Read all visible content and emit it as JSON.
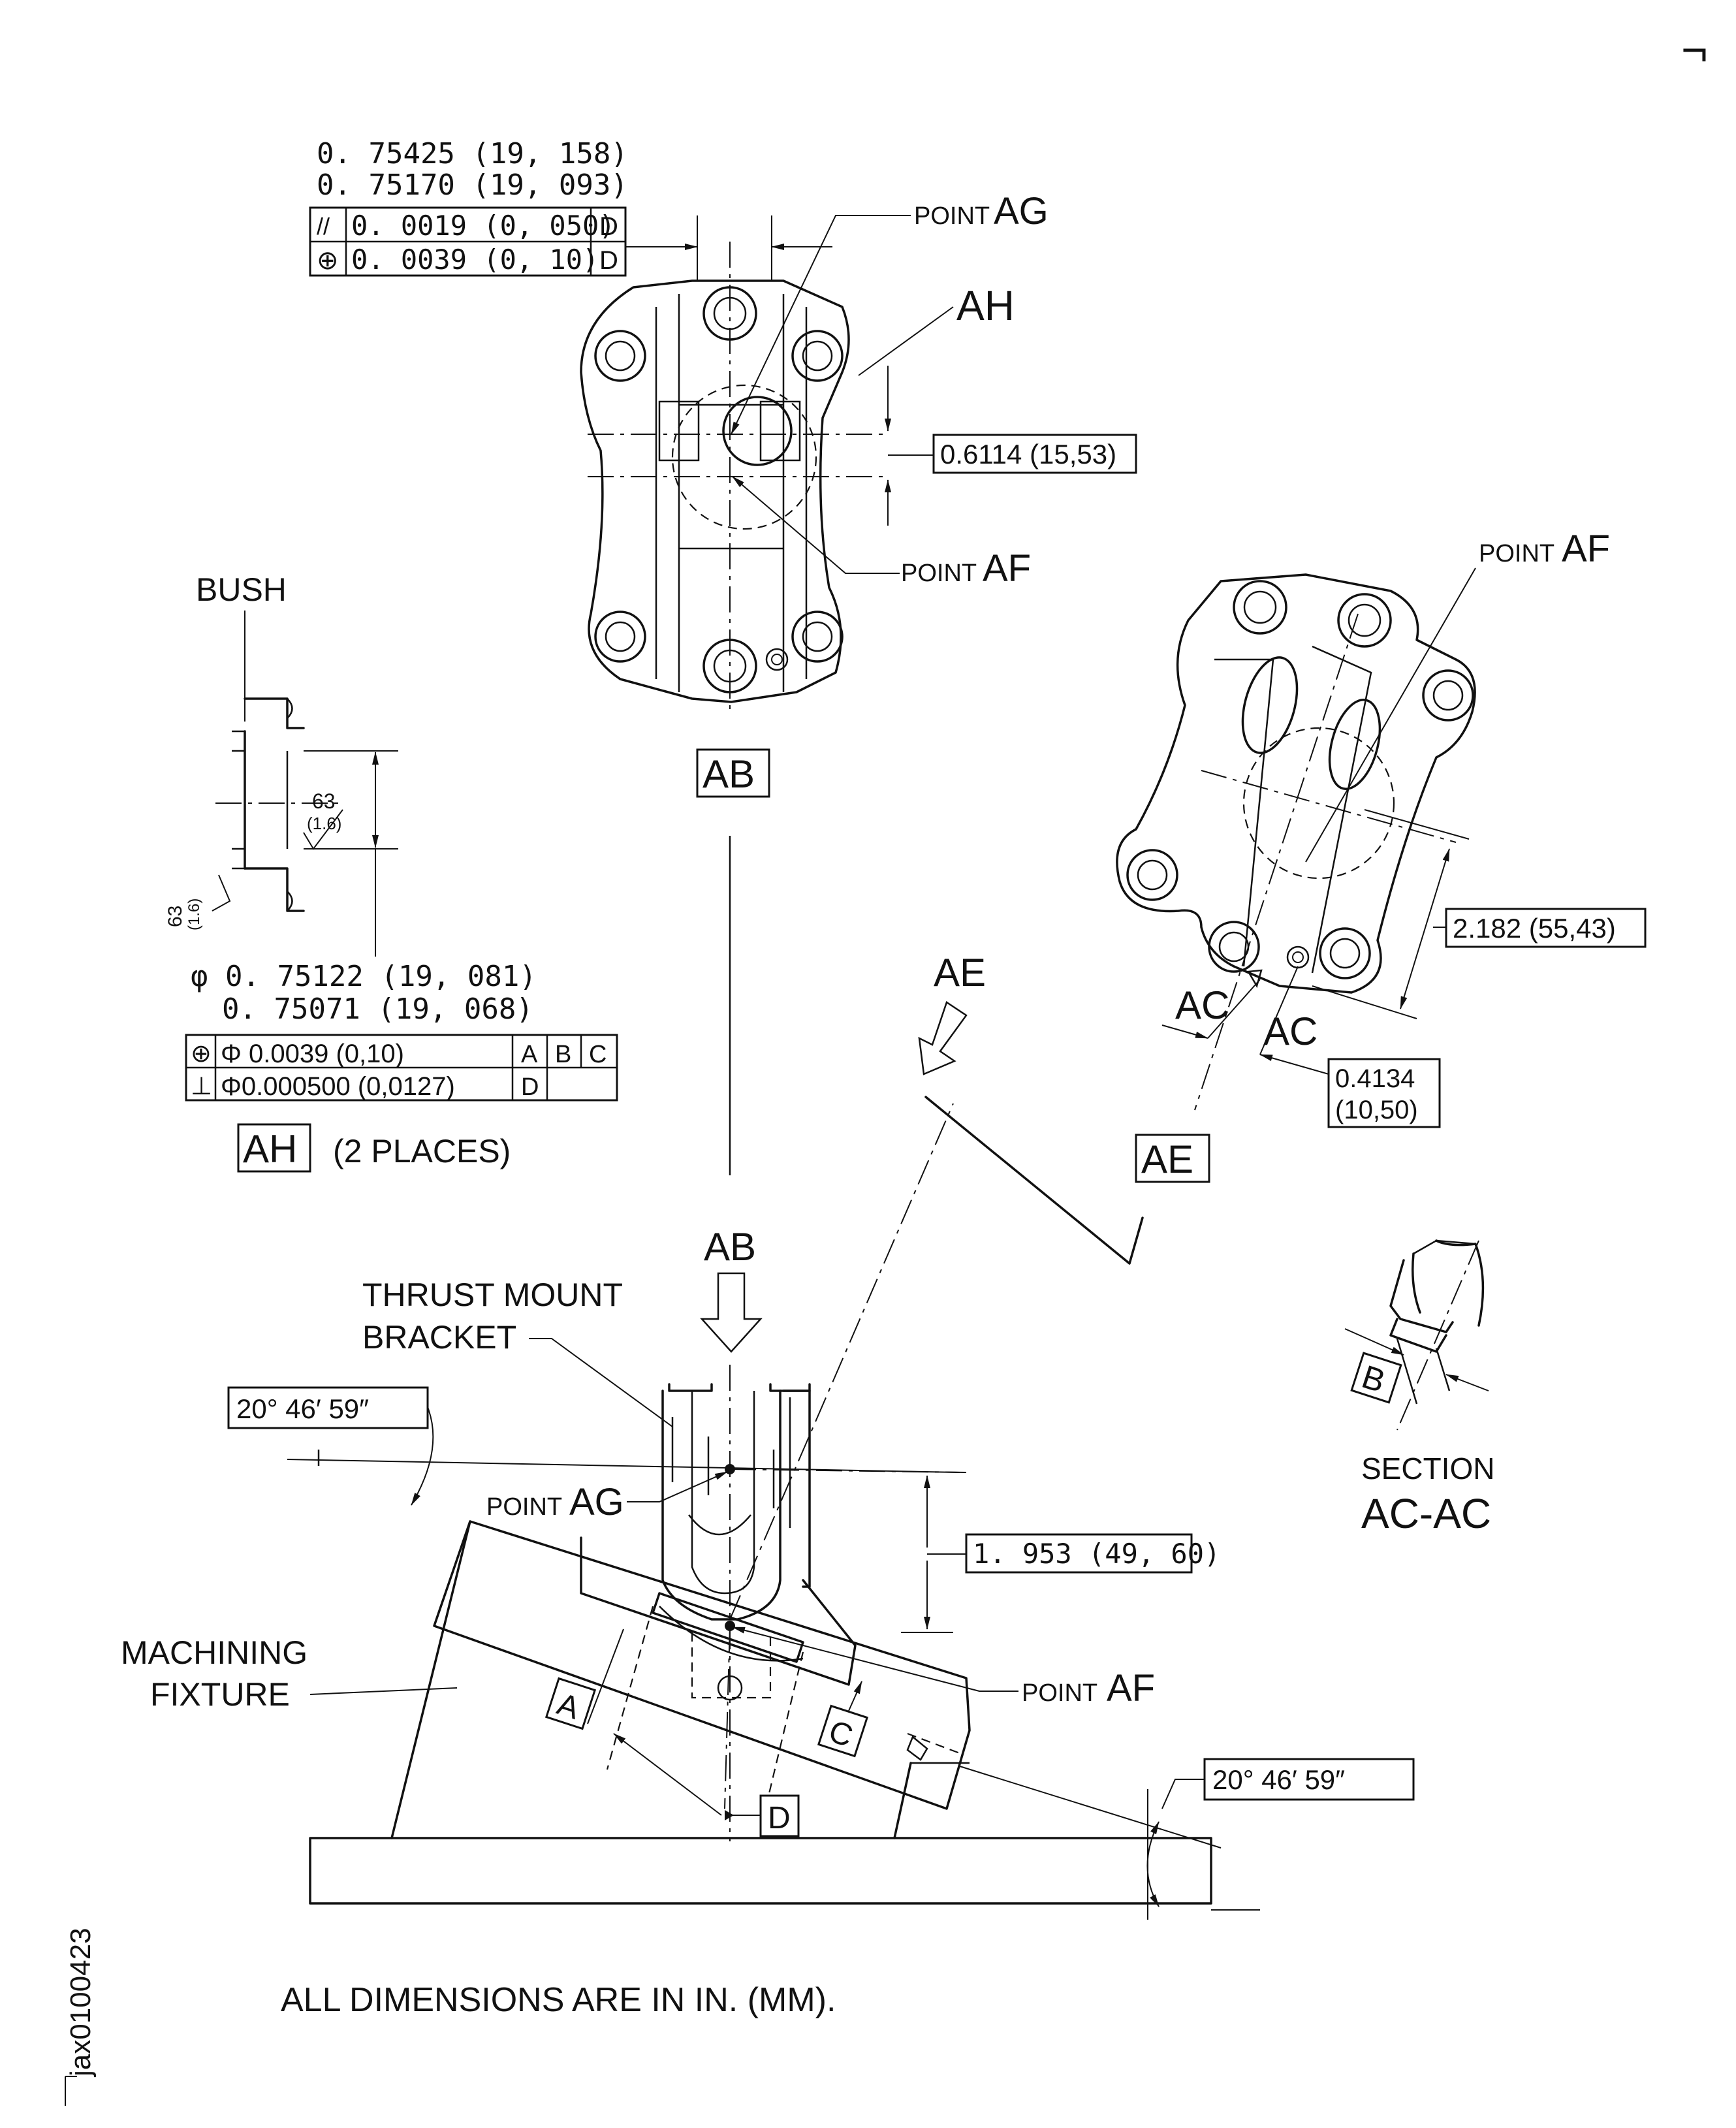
{
  "corner_mark": "¬",
  "view_ab": {
    "upper_dim": "0. 75425  (19, 158)",
    "lower_dim": "0. 75170  (19, 093)",
    "fcf": [
      {
        "symbol": "//",
        "value": "0. 0019  (0, 050)",
        "datum": "D"
      },
      {
        "symbol": "⊕",
        "value": "0. 0039  (0, 10)",
        "datum": "D"
      }
    ],
    "point_ag": {
      "prefix": "POINT",
      "letters": "AG"
    },
    "ah_label": "AH",
    "offset_dim": "0.6114 (15,53)",
    "point_af": {
      "prefix": "POINT",
      "letters": "AF"
    },
    "view_label": "AB"
  },
  "bush": {
    "title": "BUSH",
    "finish_1": "63",
    "finish_1_mm": "(1.6)",
    "finish_2": "63",
    "finish_2_mm": "(1.6)",
    "dia_upper": "φ 0. 75122  (19, 081)",
    "dia_lower": "0. 75071  (19, 068)",
    "fcf": [
      {
        "symbol": "⊕",
        "value": "Φ 0.0039 (0,10)",
        "datums": [
          "A",
          "B",
          "C"
        ]
      },
      {
        "symbol": "⊥",
        "value": "Φ0.000500 (0,0127)",
        "datums": [
          "D"
        ]
      }
    ],
    "view_label": "AH",
    "places": "(2 PLACES)"
  },
  "view_ae": {
    "point_af": {
      "prefix": "POINT",
      "letters": "AF"
    },
    "dim_long": "2.182 (55,43)",
    "dim_short_1": "0.4134",
    "dim_short_2": "(10,50)",
    "section_label_1": "AC",
    "section_label_2": "AC",
    "view_label": "AE",
    "arrow_label": "AE"
  },
  "section_ac": {
    "datum": "B",
    "title": "SECTION",
    "name": "AC-AC"
  },
  "main_view": {
    "arrow_label": "AB",
    "bracket_1": "THRUST  MOUNT",
    "bracket_2": "BRACKET",
    "angle_top": "20° 46′ 59″",
    "point_ag": {
      "prefix": "POINT",
      "letters": "AG"
    },
    "height_dim": "1. 953  (49, 60)",
    "fixture_1": "MACHINING",
    "fixture_2": "FIXTURE",
    "point_af": {
      "prefix": "POINT",
      "letters": "AF"
    },
    "datum_a": "A",
    "datum_c": "C",
    "datum_d": "D",
    "angle_bottom": "20° 46′ 59″"
  },
  "note": "ALL  DIMENSIONS  ARE  IN  IN. (MM).",
  "drawing_id": "jax0100423"
}
